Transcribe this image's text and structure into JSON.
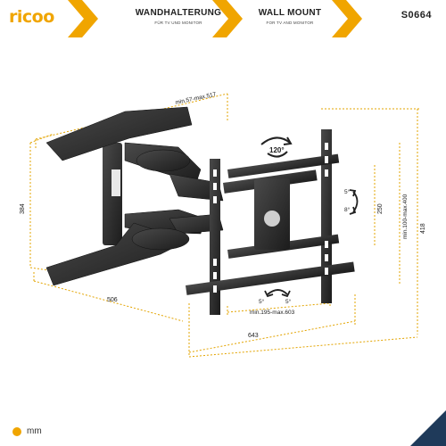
{
  "brand": {
    "logo": "ricoo"
  },
  "header": {
    "title_de": "WANDHALTERUNG",
    "sub_de": "FÜR TV UND MONITOR",
    "title_en": "WALL MOUNT",
    "sub_en": "FOR TV AND MONITOR",
    "model": "S0664"
  },
  "dimensions": {
    "arm_length": "min.57-max.517",
    "swivel": "120°",
    "height_total": "384",
    "depth": "506",
    "vesa_v_range": "min.100-max.400",
    "plate_height": "418",
    "rail_gap": "250",
    "vesa_h_range": "min.195-max.603",
    "plate_width": "643",
    "tilt_up": "5°",
    "tilt_down": "8°",
    "swivel_left": "5°",
    "swivel_right": "5°"
  },
  "footer": {
    "unit": "mm"
  },
  "colors": {
    "accent": "#f0a500",
    "metal": "#2a2a2a",
    "line": "#333333"
  }
}
